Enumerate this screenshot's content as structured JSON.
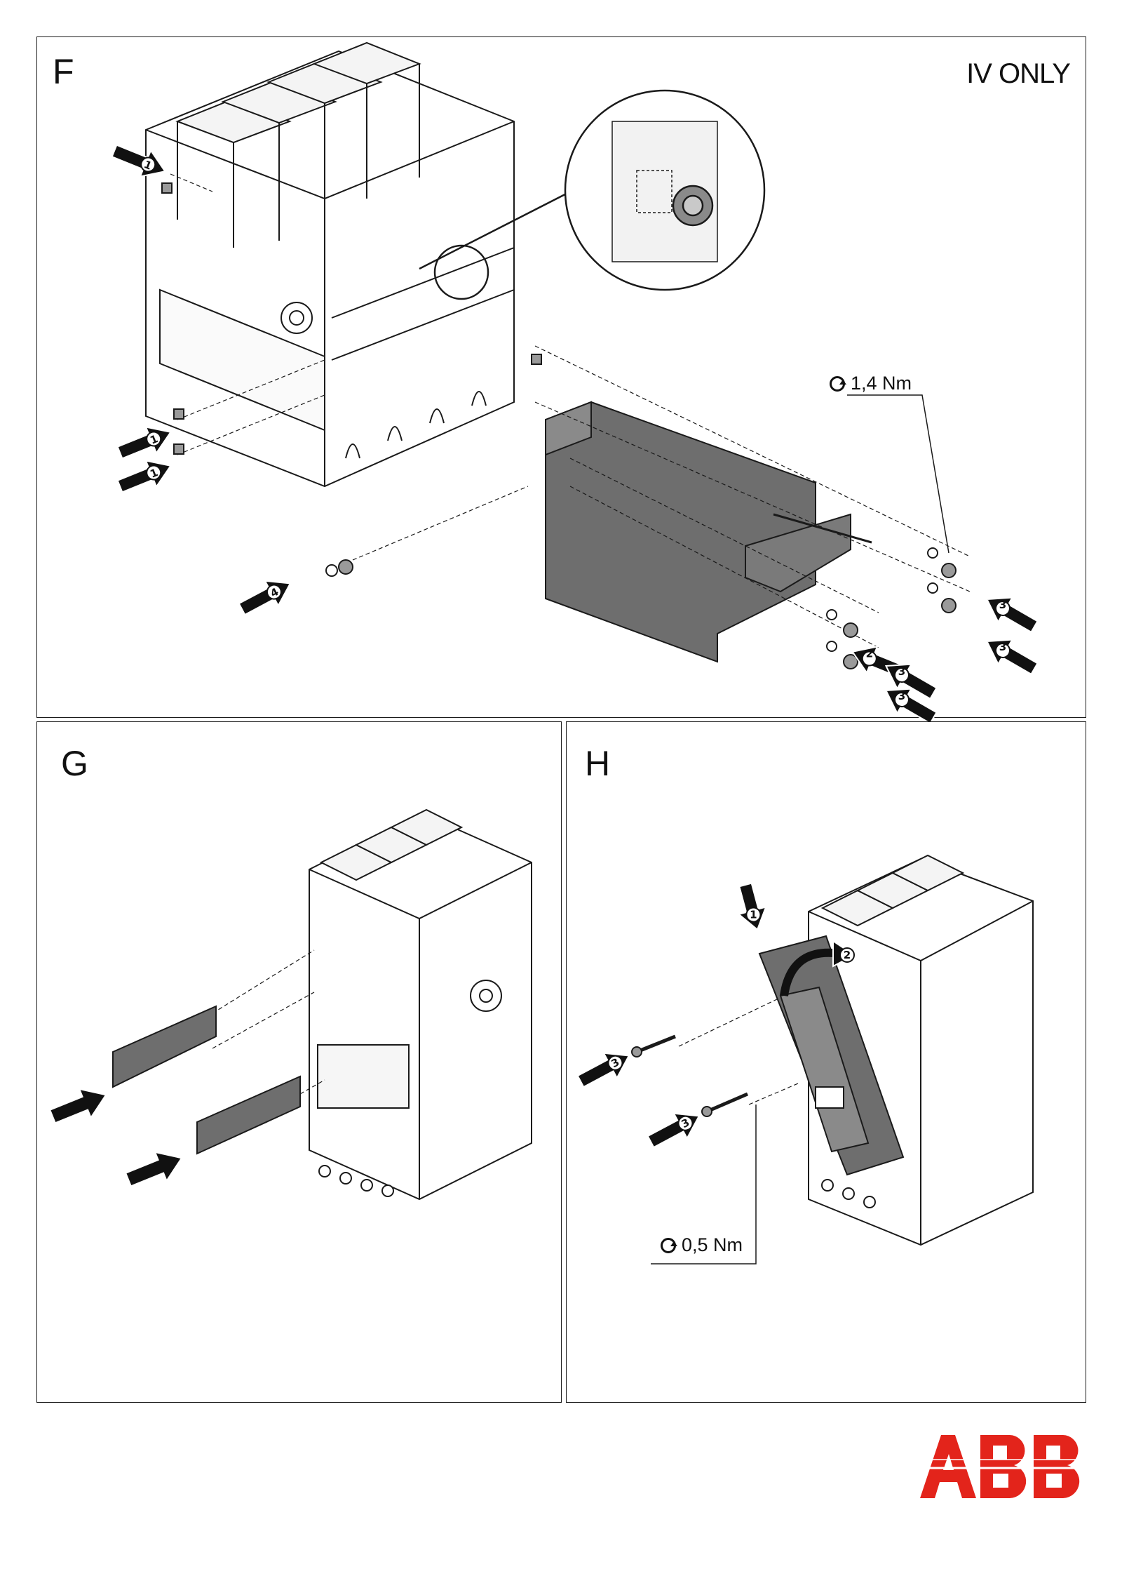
{
  "panels": {
    "f": {
      "letter": "F",
      "note": "IV ONLY",
      "torque": "1,4 Nm",
      "steps": [
        "1",
        "1",
        "1",
        "2",
        "3",
        "3",
        "3",
        "3",
        "4"
      ]
    },
    "g": {
      "letter": "G"
    },
    "h": {
      "letter": "H",
      "torque": "0,5 Nm",
      "steps": [
        "1",
        "2",
        "3",
        "3"
      ]
    }
  },
  "logo": {
    "text": "ABB",
    "color": "#e3241b"
  },
  "colors": {
    "line": "#1a1a1a",
    "part_fill": "#6e6e6e",
    "arrow_fill": "#111111"
  }
}
